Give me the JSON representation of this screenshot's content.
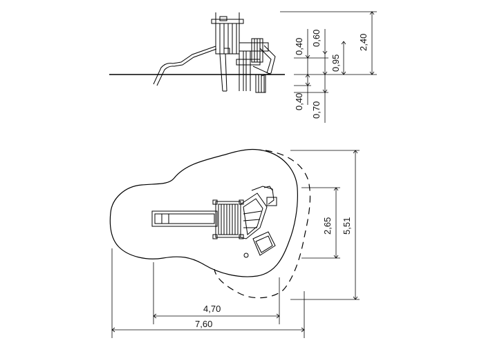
{
  "elevation": {
    "height_labels": {
      "h040": "0,40",
      "h060": "0,60",
      "h095": "0,95",
      "h240": "2,40",
      "d040": "0,40",
      "d070": "0,70"
    }
  },
  "plan": {
    "width_labels": {
      "w470": "4,70",
      "w760": "7,60"
    },
    "depth_labels": {
      "d265": "2,65",
      "d551": "5,51"
    }
  }
}
